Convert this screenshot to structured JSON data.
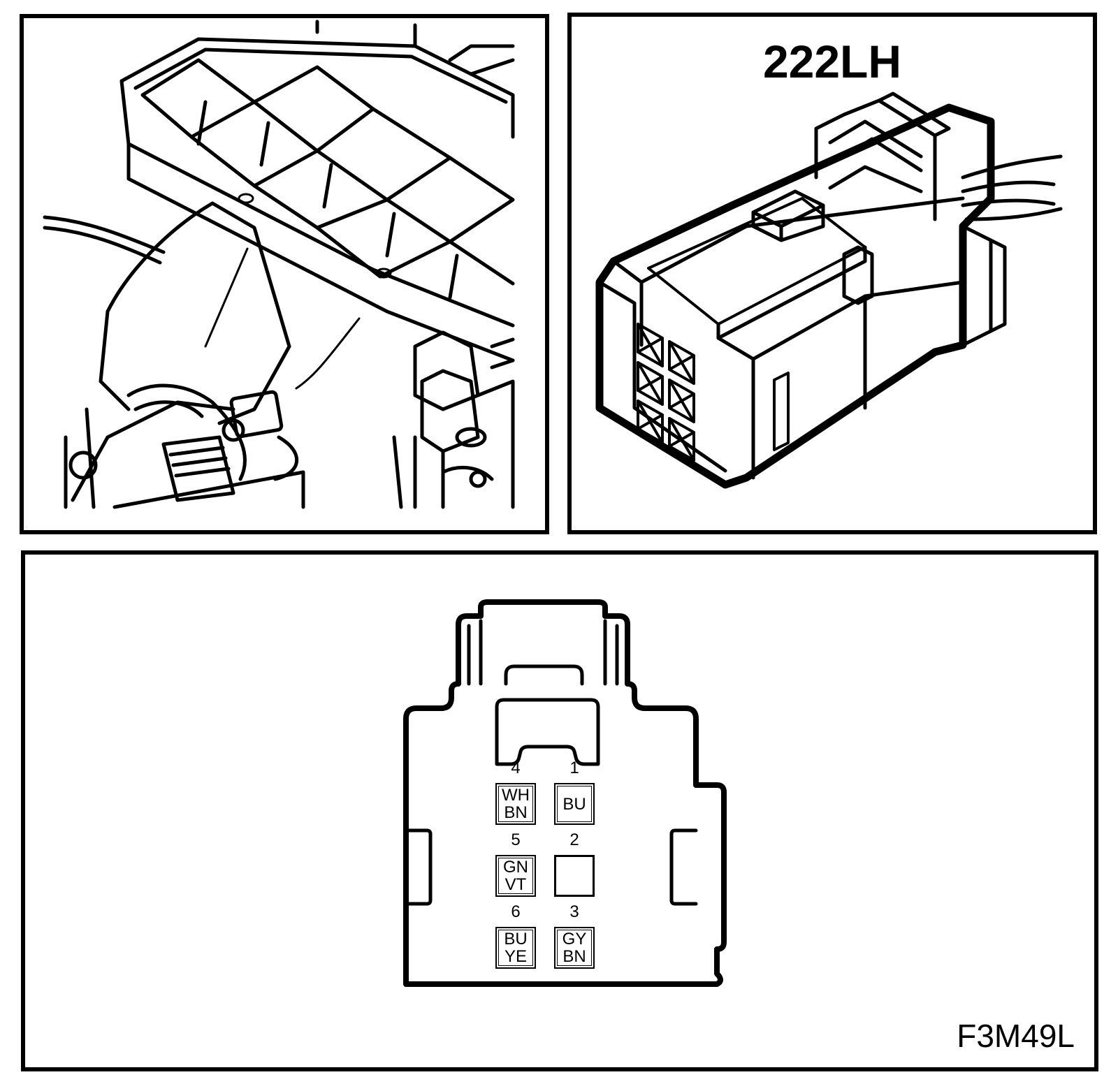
{
  "connector": {
    "id": "222LH"
  },
  "figure_code": "F3M49L",
  "pins": [
    {
      "num": "4",
      "colors": [
        "WH",
        "BN"
      ]
    },
    {
      "num": "1",
      "colors": [
        "BU"
      ]
    },
    {
      "num": "5",
      "colors": [
        "GN",
        "VT"
      ]
    },
    {
      "num": "2",
      "colors": []
    },
    {
      "num": "6",
      "colors": [
        "BU",
        "YE"
      ]
    },
    {
      "num": "3",
      "colors": [
        "GY",
        "BN"
      ]
    }
  ]
}
